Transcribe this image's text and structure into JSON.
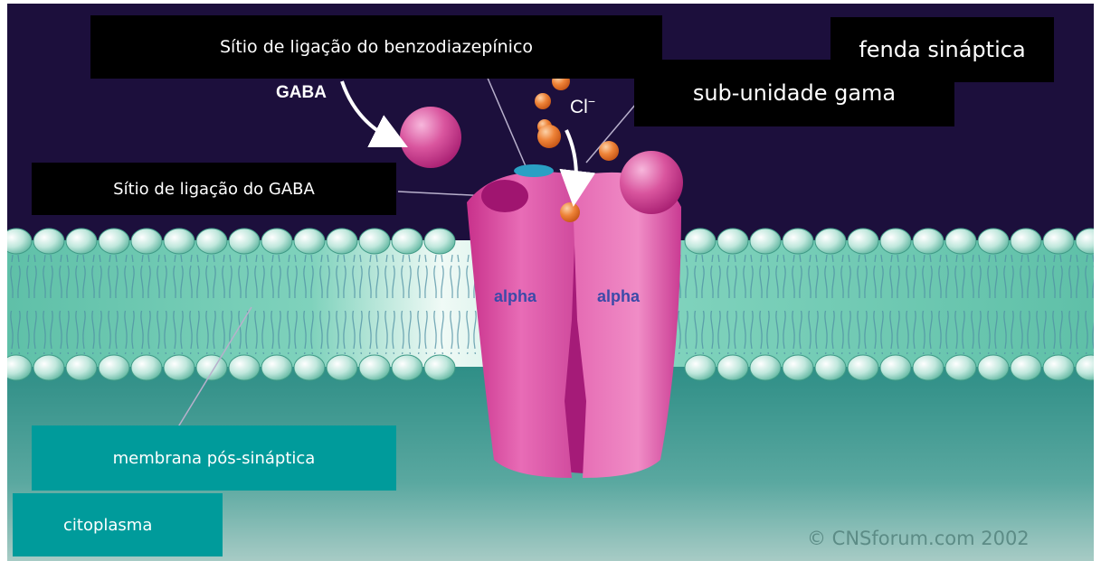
{
  "labels": {
    "benzodiazepine_site": "Sítio de ligação do benzodiazepínico",
    "synaptic_cleft": "fenda sináptica",
    "gamma_subunit": "sub-unidade gama",
    "gaba_site": "Sítio de ligação do GABA",
    "postsynaptic_membrane": "membrana pós-sináptica",
    "cytoplasm": "citoplasma"
  },
  "diagram_text": {
    "gaba": "GABA",
    "chloride": "Cl",
    "chloride_charge": "−",
    "alpha_left": "alpha",
    "alpha_right": "alpha"
  },
  "copyright": "© CNSforum.com 2002",
  "colors": {
    "cleft": "#1c0f3c",
    "membrane": "#76cbb4",
    "cytoplasm": "#2c7b77",
    "channel": "#d64aa0",
    "channel_dark": "#a51b78",
    "ion": "#e97a30",
    "label_black": "#000000",
    "label_teal": "#009b9b"
  }
}
